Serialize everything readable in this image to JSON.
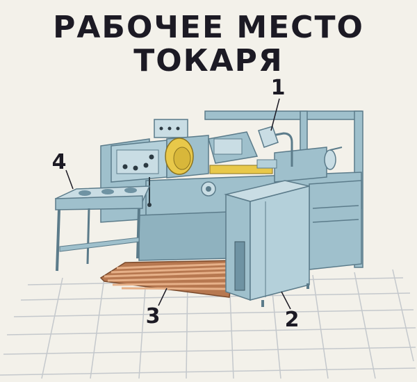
{
  "title": {
    "line1": "РАБОЧЕЕ МЕСТО",
    "line2": "ТОКАРЯ"
  },
  "callouts": [
    {
      "id": "lamp",
      "label": "1"
    },
    {
      "id": "tool-cabinet",
      "label": "2"
    },
    {
      "id": "floor-grating",
      "label": "3"
    },
    {
      "id": "parts-table",
      "label": "4"
    }
  ],
  "colors": {
    "background": "#f3f1ea",
    "machine": "#9fc0cc",
    "machine_dark": "#6f93a3",
    "machine_light": "#c9dde4",
    "floor_line": "#c4c8cc",
    "grating": "#c8895c",
    "chuck_yellow": "#e8c84a",
    "text": "#1c1a24"
  }
}
